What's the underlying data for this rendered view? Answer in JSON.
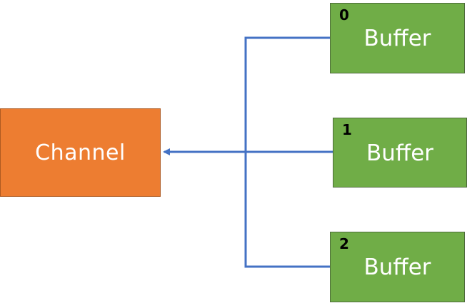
{
  "channel": {
    "label": "Channel",
    "color": "#ed7d31"
  },
  "buffers": [
    {
      "index": "0",
      "label": "Buffer"
    },
    {
      "index": "1",
      "label": "Buffer"
    },
    {
      "index": "2",
      "label": "Buffer"
    }
  ],
  "colors": {
    "buffer_fill": "#70ad47",
    "connector": "#4472c4",
    "index_text": "#000000",
    "label_text": "#ffffff"
  }
}
